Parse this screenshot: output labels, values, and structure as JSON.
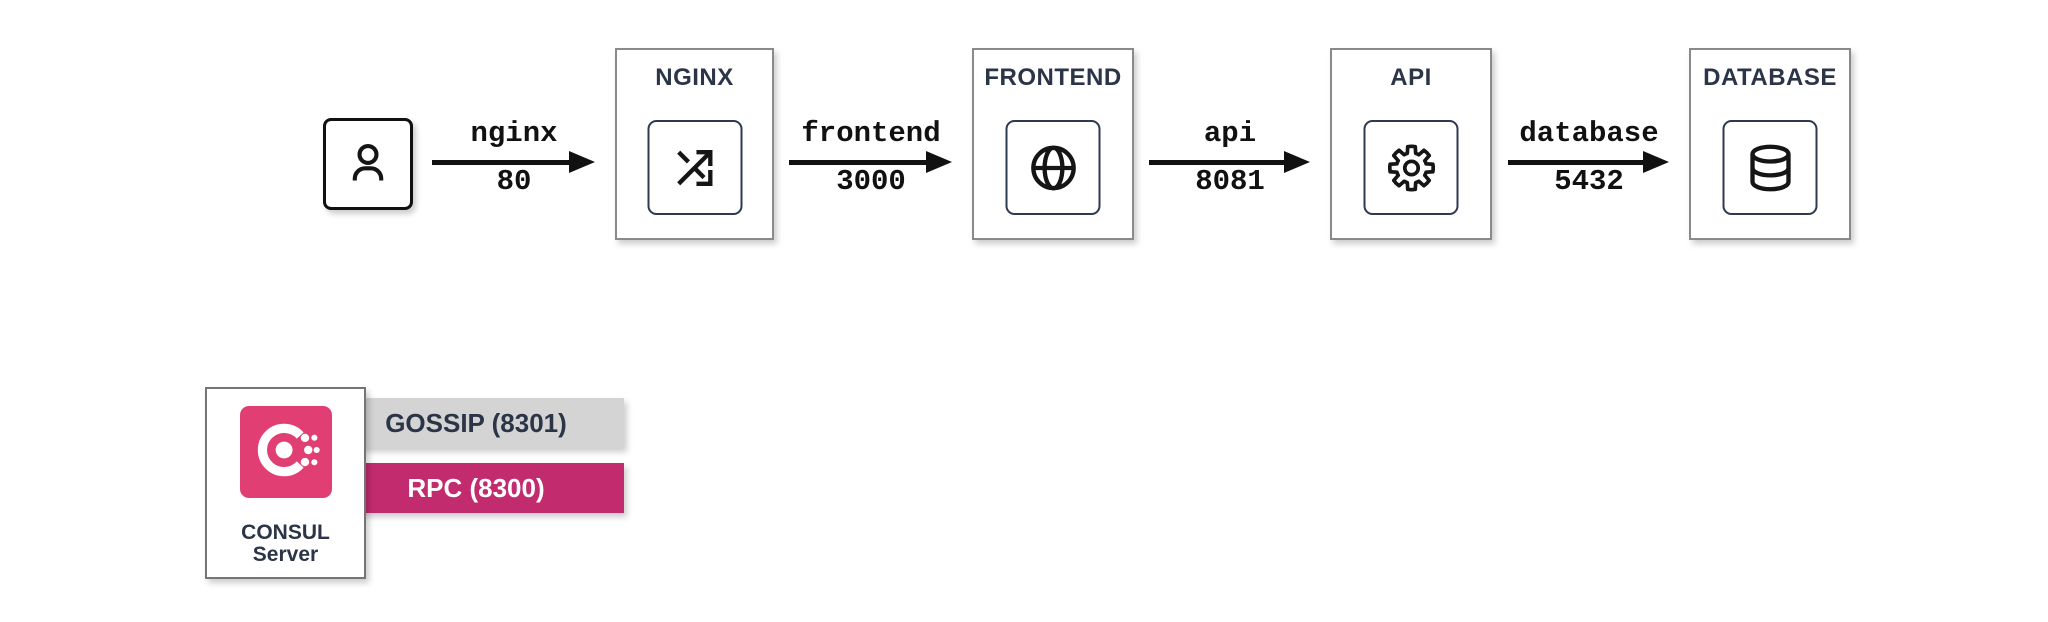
{
  "flow": {
    "nodes": [
      {
        "id": "user",
        "title": "",
        "icon": "user-icon"
      },
      {
        "id": "nginx",
        "title": "NGINX",
        "icon": "shuffle-icon"
      },
      {
        "id": "frontend",
        "title": "FRONTEND",
        "icon": "globe-icon"
      },
      {
        "id": "api",
        "title": "API",
        "icon": "gear-icon"
      },
      {
        "id": "database",
        "title": "DATABASE",
        "icon": "database-icon"
      }
    ],
    "edges": [
      {
        "service": "nginx",
        "port": "80"
      },
      {
        "service": "frontend",
        "port": "3000"
      },
      {
        "service": "api",
        "port": "8081"
      },
      {
        "service": "database",
        "port": "5432"
      }
    ]
  },
  "consul": {
    "name": "CONSUL",
    "role": "Server",
    "logo": "consul-icon",
    "ports": [
      {
        "label": "GOSSIP (8301)"
      },
      {
        "label": "RPC (8300)"
      }
    ]
  },
  "colors": {
    "consul_pink": "#e13e74",
    "rpc_magenta": "#c22b6e",
    "gossip_gray": "#d4d4d4",
    "navy_text": "#2b3547",
    "line_black": "#111111",
    "box_border_gray": "#8a8a8a",
    "inner_border_navy": "#2e3a51"
  }
}
